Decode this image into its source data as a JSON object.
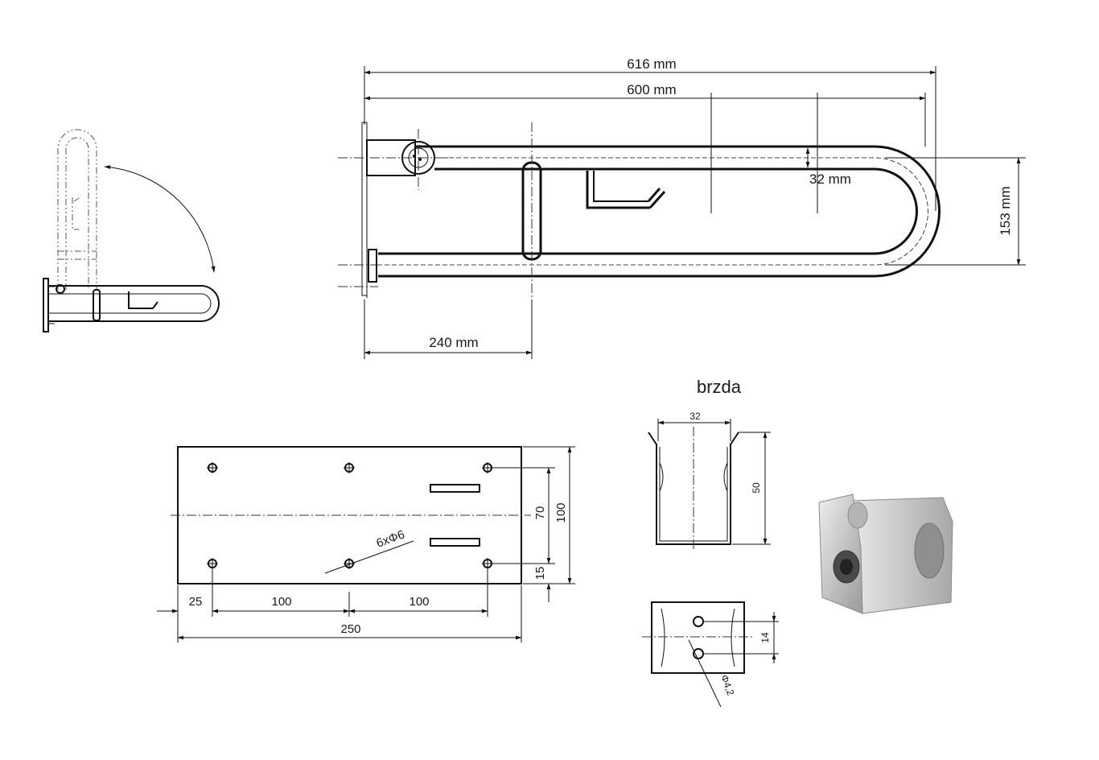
{
  "top_view": {
    "dim_total": "616 mm",
    "dim_length": "600 mm",
    "dim_tube": "32 mm",
    "dim_height": "153 mm",
    "dim_support": "240 mm"
  },
  "plate": {
    "dim_margin": "25",
    "dim_spacing_1": "100",
    "dim_spacing_2": "100",
    "dim_width": "250",
    "dim_vertical_holes": "70",
    "dim_height": "100",
    "dim_bottom": "15",
    "hole_callout": "6xΦ6"
  },
  "brake": {
    "title": "brzda",
    "dim_width": "32",
    "dim_height": "50",
    "dim_holes": "14",
    "hole_callout": "Φ4,2"
  },
  "colors": {
    "line": "#111111",
    "steel_light": "#d9d9d9",
    "steel_dark": "#8a8a8a"
  }
}
